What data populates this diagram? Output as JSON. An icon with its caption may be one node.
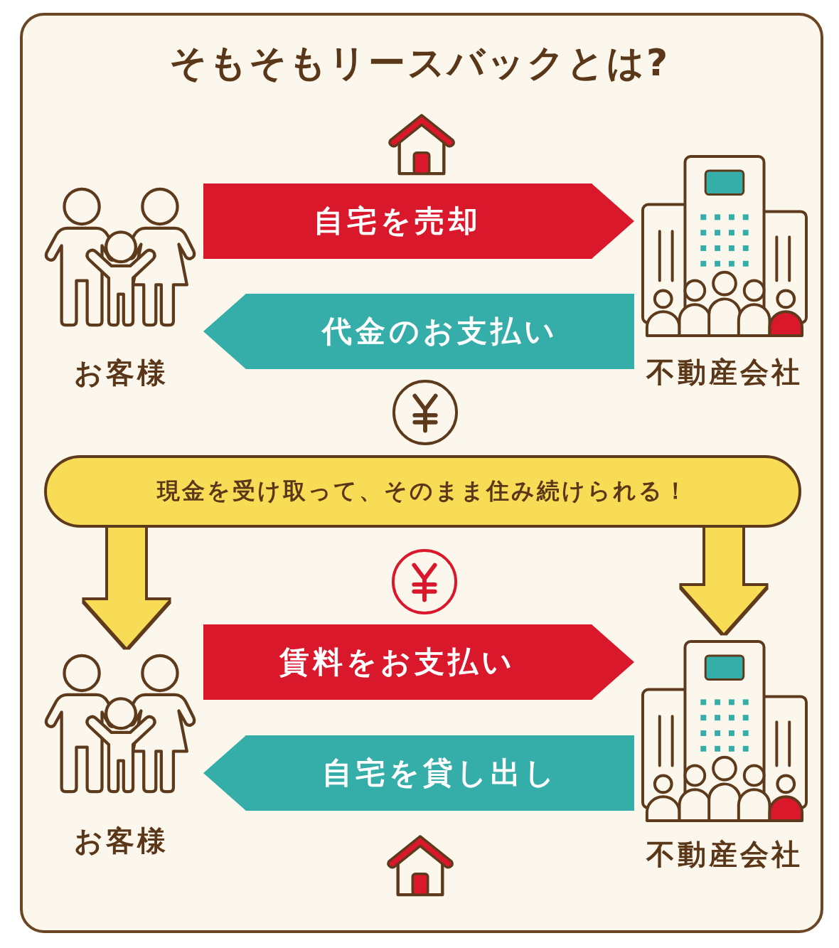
{
  "diagram": {
    "title": "そもそもリースバックとは?",
    "nodes": [
      {
        "text": [
          "お客様"
        ]
      },
      {
        "text": [
          "不動産会社"
        ]
      },
      {
        "text": [
          "現金を受け取って、そのまま住み続けられる！"
        ]
      },
      {
        "text": [
          "お客様"
        ]
      },
      {
        "text": [
          "不動産会社"
        ]
      }
    ],
    "edges": [
      {
        "from": 0,
        "to": 1,
        "arrow": "to",
        "label": "自宅を売却",
        "color": "#d9182b"
      },
      {
        "from": 1,
        "to": 0,
        "arrow": "to",
        "label": "代金のお支払い",
        "color": "#35aea9"
      },
      {
        "from": 2,
        "to": 3,
        "arrow": "to",
        "color": "#f9dc56"
      },
      {
        "from": 2,
        "to": 4,
        "arrow": "to",
        "color": "#f9dc56"
      },
      {
        "from": 3,
        "to": 4,
        "arrow": "to",
        "label": "賃料をお支払い",
        "color": "#d9182b"
      },
      {
        "from": 4,
        "to": 3,
        "arrow": "to",
        "label": "自宅を貸し出し",
        "color": "#35aea9"
      }
    ]
  }
}
